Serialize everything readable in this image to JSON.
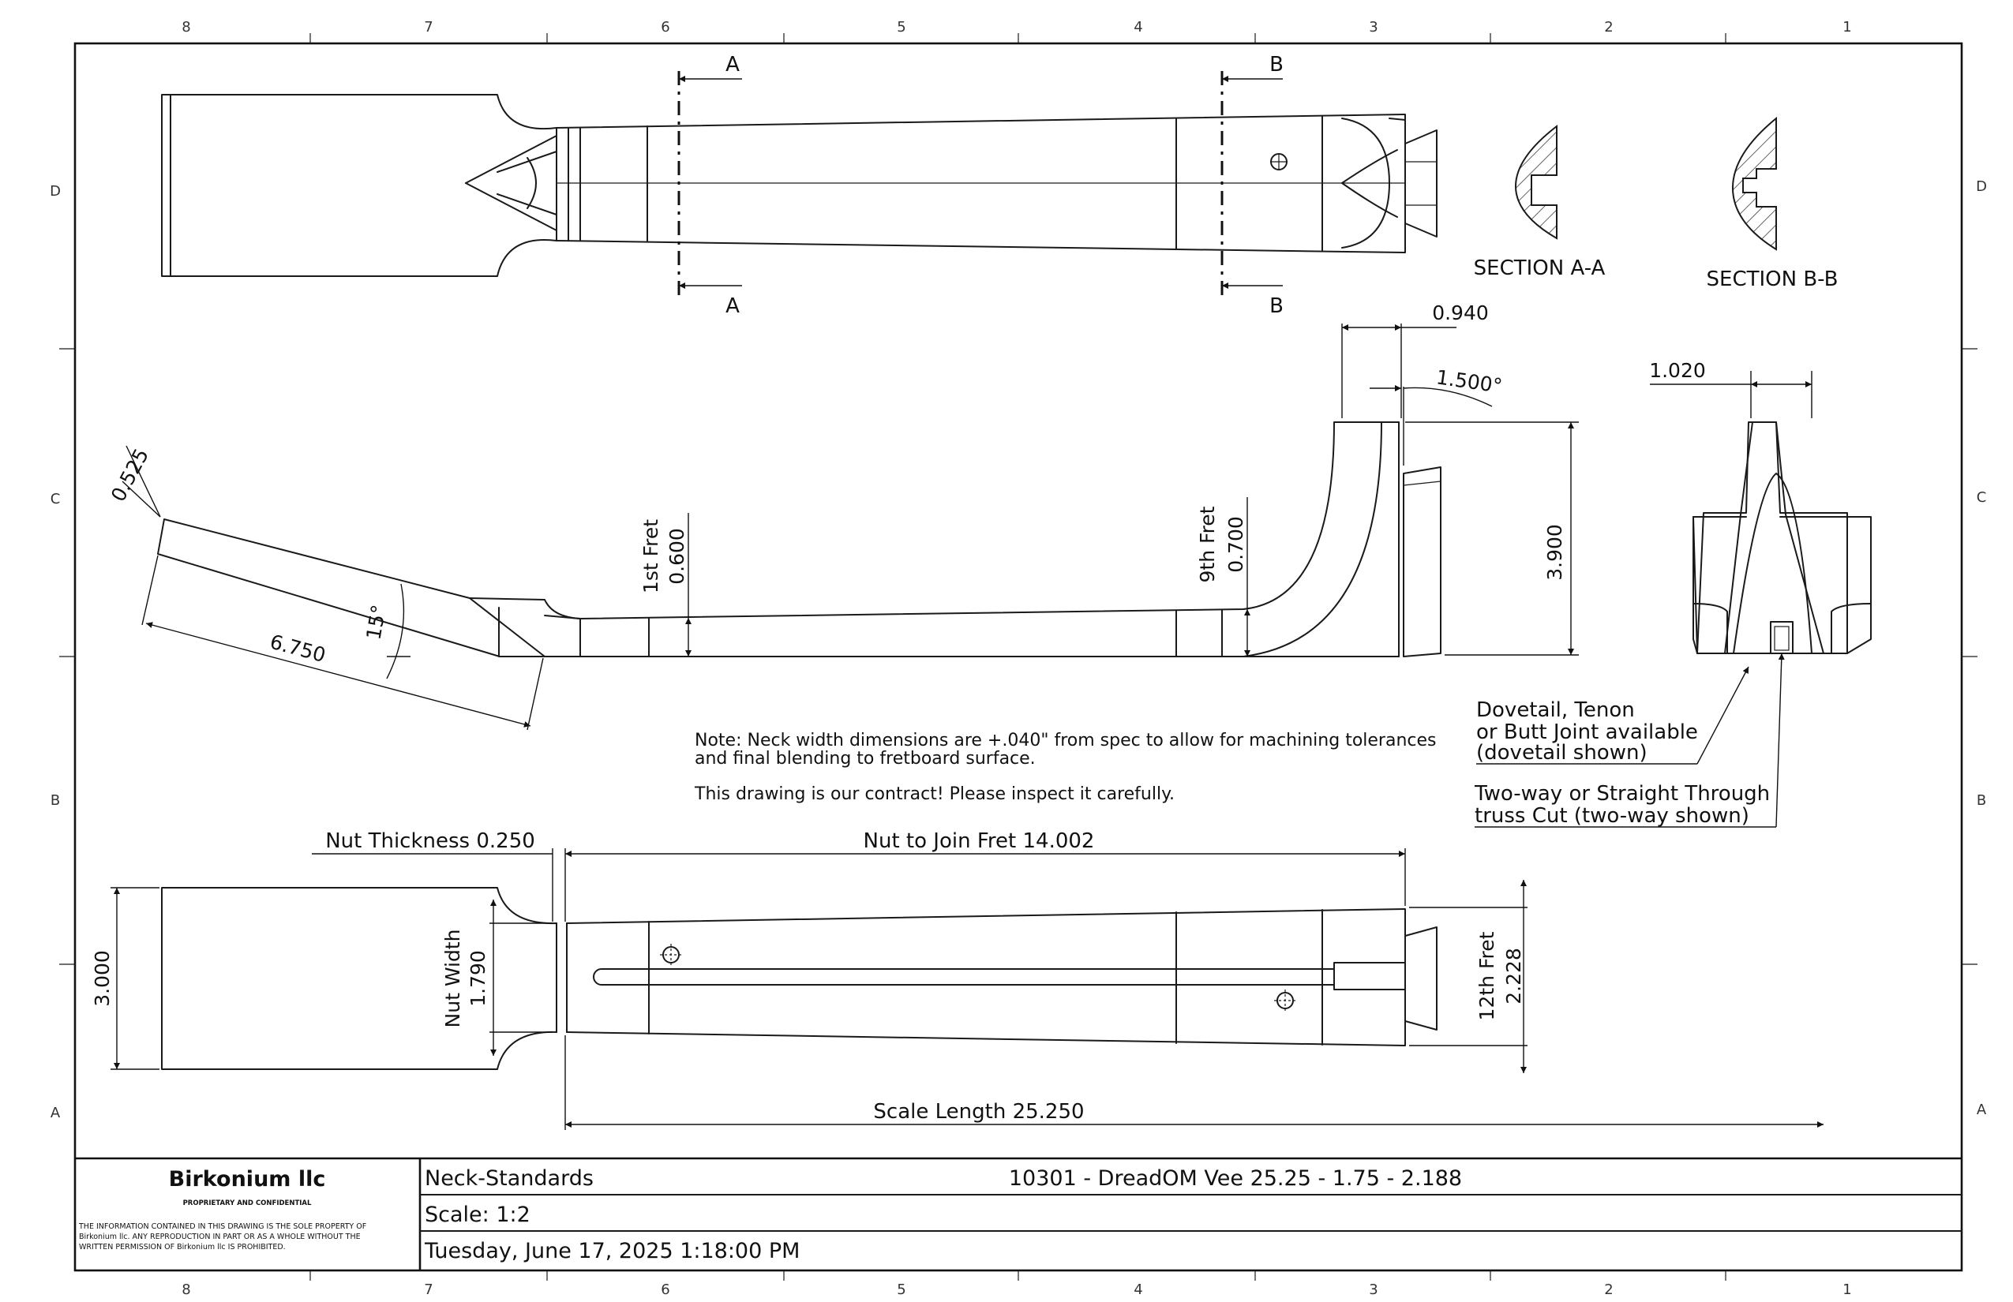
{
  "sheet": {
    "zones_top": [
      "8",
      "7",
      "6",
      "5",
      "4",
      "3",
      "2",
      "1"
    ],
    "zones_side": [
      "D",
      "C",
      "B",
      "A"
    ]
  },
  "top_view": {
    "section_a_marks": [
      "A",
      "A"
    ],
    "section_b_marks": [
      "B",
      "B"
    ],
    "section_a_label": "SECTION A-A",
    "section_b_label": "SECTION B-B"
  },
  "side_view": {
    "headstock_thickness": "0.525",
    "headstock_angle": "15°",
    "headstock_length": "6.750",
    "fret1_label": "1st Fret",
    "fret1_value": "0.600",
    "fret9_label": "9th Fret",
    "fret9_value": "0.700",
    "heel_width": "0.940",
    "heel_angle": "1.500°",
    "heel_height": "3.900"
  },
  "end_view": {
    "width": "1.020"
  },
  "callouts": {
    "joint": [
      "Dovetail, Tenon",
      "or Butt Joint available",
      "(dovetail shown)"
    ],
    "truss": [
      "Two-way or Straight Through",
      "truss Cut (two-way shown)"
    ]
  },
  "notes": {
    "line1": "Note: Neck width dimensions are +.040\" from spec to allow for machining tolerances",
    "line2": "and final blending to fretboard surface.",
    "line3": "This drawing is our contract!  Please inspect it carefully."
  },
  "plan_view": {
    "nut_thickness": "Nut Thickness 0.250",
    "nut_to_join": "Nut to Join Fret 14.002",
    "headstock_width": "3.000",
    "nut_width_label": "Nut Width",
    "nut_width_value": "1.790",
    "fret12_label": "12th Fret",
    "fret12_value": "2.228",
    "scale_length": "Scale Length 25.250"
  },
  "title_block": {
    "company": "Birkonium llc",
    "proprietary": "PROPRIETARY AND CONFIDENTIAL",
    "disclaimer": [
      "THE INFORMATION CONTAINED IN THIS DRAWING IS THE SOLE PROPERTY OF",
      "Birkonium llc.  ANY REPRODUCTION IN PART OR AS A WHOLE WITHOUT THE",
      "WRITTEN PERMISSION OF Birkonium llc IS PROHIBITED."
    ],
    "project": "Neck-Standards",
    "part": "10301 - DreadOM Vee 25.25 - 1.75 - 2.188",
    "scale": "Scale:   1:2",
    "date": "Tuesday, June 17, 2025 1:18:00 PM"
  }
}
